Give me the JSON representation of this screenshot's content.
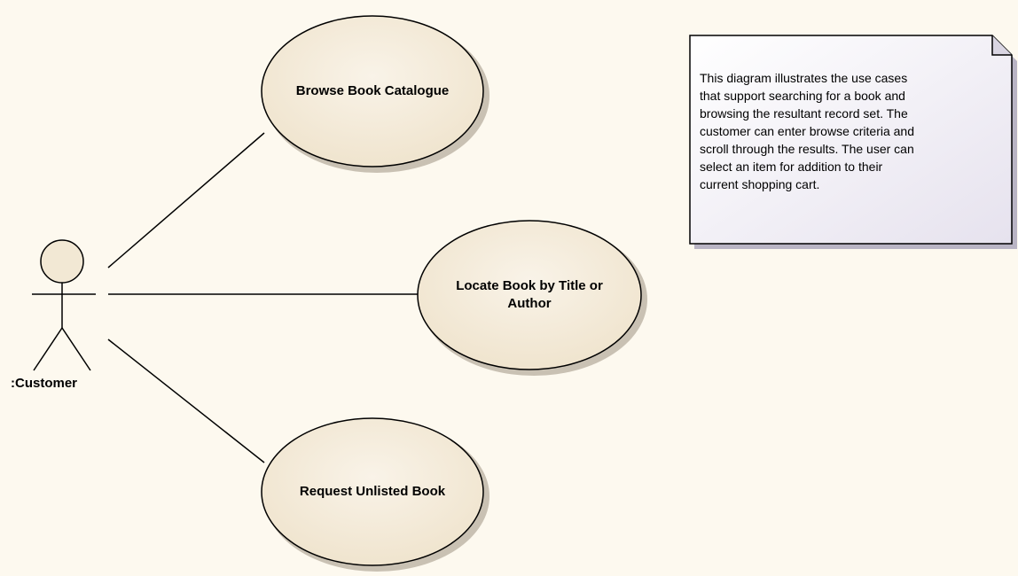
{
  "diagram": {
    "type": "use-case",
    "actor": {
      "name": ":Customer"
    },
    "use_cases": [
      {
        "label": "Browse Book Catalogue"
      },
      {
        "label": "Locate Book by Title or\nAuthor"
      },
      {
        "label": "Request Unlisted Book"
      }
    ],
    "note": {
      "text": "This diagram illustrates the use cases\nthat support searching for a book and\nbrowsing the resultant record set. The\ncustomer can enter browse criteria and\nscroll through the results. The user can\nselect an item for addition to their\ncurrent shopping cart."
    },
    "colors": {
      "background": "#fdf9ef",
      "use_case_fill": "#f2e8d4",
      "note_fill": "#f0eef5",
      "line": "#000000"
    }
  }
}
